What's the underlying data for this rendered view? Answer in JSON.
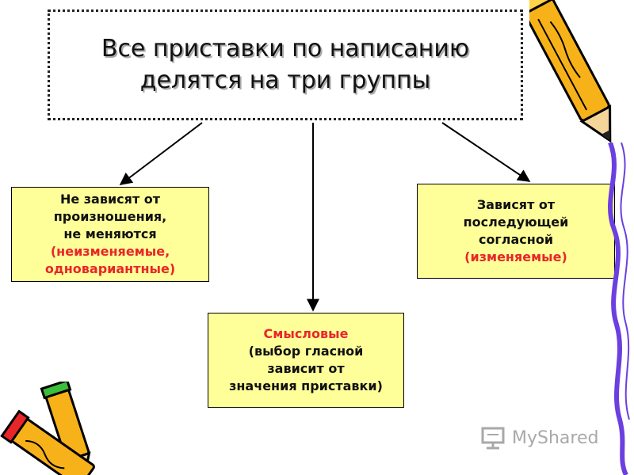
{
  "title": {
    "line1": "Все приставки по написанию",
    "line2": "делятся на три группы"
  },
  "nodes": {
    "left": {
      "lines": [
        "Не зависят  от",
        "произношения,",
        " не меняются"
      ],
      "red_lines": [
        "(неизменяемые,",
        "одновариантные)"
      ]
    },
    "right": {
      "lines": [
        "Зависят от",
        "последующей",
        "согласной"
      ],
      "red_lines": [
        "(изменяемые)"
      ]
    },
    "middle": {
      "red_lines": [
        "Смысловые"
      ],
      "lines": [
        "(выбор гласной",
        "зависит от",
        "значения приставки)"
      ]
    }
  },
  "watermark": {
    "text": "MyShared",
    "icon": "presentation-board-icon"
  },
  "decorations": {
    "top_right": "pencil-icon",
    "bottom_left": "pencils-icon",
    "right_edge": "purple-ribbon"
  },
  "colors": {
    "box_fill": "#ffff99",
    "accent_text": "#e8262a",
    "pencil_body": "#f7b21a",
    "ribbon": "#6b3fe0"
  }
}
